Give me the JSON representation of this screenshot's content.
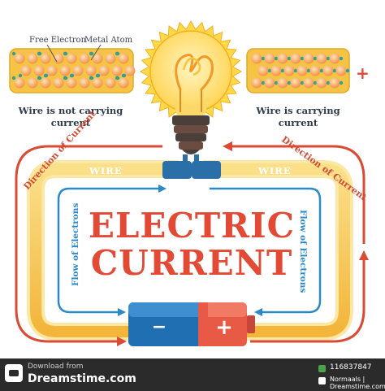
{
  "labels": {
    "free_electron": "Free Electron",
    "metal_atom": "Metal Atom",
    "not_carrying_1": "Wire is not carrying",
    "not_carrying_2": "current",
    "carrying_1": "Wire is carrying",
    "carrying_2": "current",
    "direction_left": "Direction of Current",
    "direction_right": "Direction of Current",
    "wire_left": "WIRE",
    "wire_right": "WIRE",
    "flow_left": "Flow of Electrons",
    "flow_right": "Flow of Electrons",
    "title_line1": "ELECTRIC",
    "title_line2": "CURRENT",
    "battery_minus": "−",
    "battery_plus": "+",
    "charge_plus": "+"
  },
  "colors": {
    "wire": "#f6c445",
    "wire_outer": "#fde7a4",
    "current_arrow": "#d94b35",
    "electron_flow": "#2a89c8",
    "atom": "#f59a4a",
    "electron": "#2fa09a",
    "battery_negative": "#1f6fb2",
    "battery_positive": "#e85a45",
    "title": "#e24a36"
  },
  "footer": {
    "download_from": "Download from",
    "site": "Dreamstime.com",
    "id": "116837847",
    "author": "Normaals | Dreamstime.com"
  }
}
